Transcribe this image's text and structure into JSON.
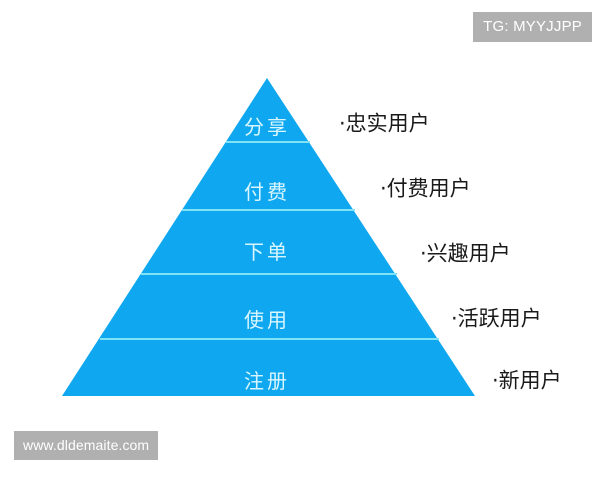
{
  "watermarks": {
    "tg": "TG: MYYJJPP",
    "site": "www.dldemaite.com"
  },
  "colors": {
    "pyramid_fill": "#0FA8F0",
    "pyramid_divider": "#7FE3F5",
    "tier_text": "#D9F6FF",
    "side_text": "#1A1A1A",
    "watermark_bg": "#B0B0B0",
    "watermark_text": "#FFFFFF",
    "background": "#FFFFFF"
  },
  "chart_data": {
    "type": "pyramid",
    "title": "",
    "tiers": [
      {
        "level": 1,
        "label": "分享",
        "annotation": "·忠实用户"
      },
      {
        "level": 2,
        "label": "付费",
        "annotation": "·付费用户"
      },
      {
        "level": 3,
        "label": "下单",
        "annotation": "·兴趣用户"
      },
      {
        "level": 4,
        "label": "使用",
        "annotation": "·活跃用户"
      },
      {
        "level": 5,
        "label": "注册",
        "annotation": "·新用户"
      }
    ]
  }
}
